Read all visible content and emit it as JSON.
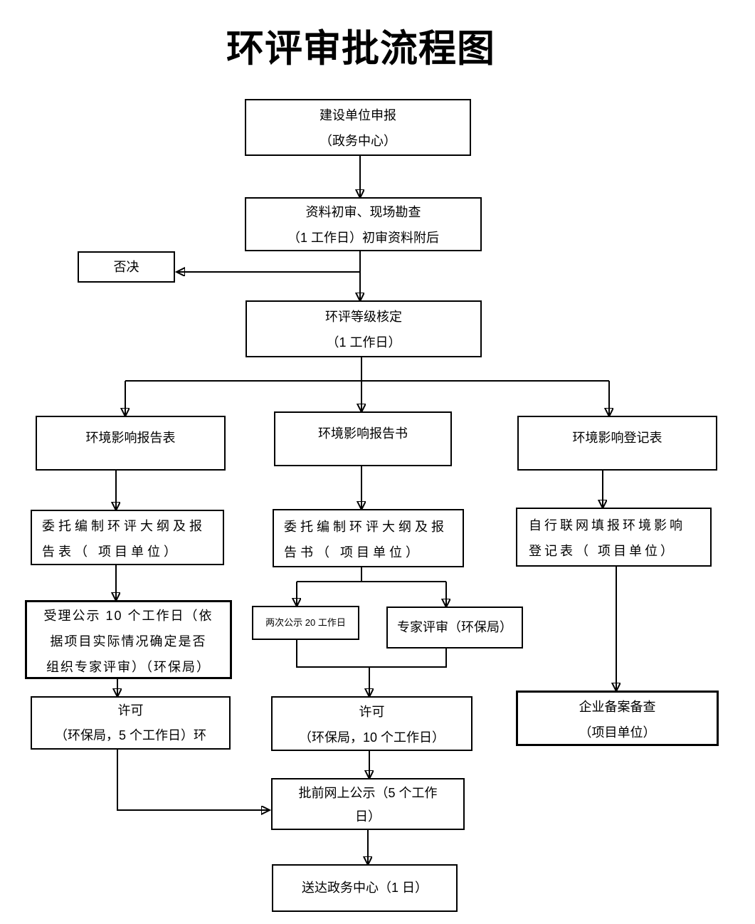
{
  "title": "环评审批流程图",
  "colors": {
    "line_color": "#000000",
    "text_color": "#000000",
    "background": "#ffffff"
  },
  "nodes": {
    "apply": [
      "建设单位申报",
      "（政务中心）"
    ],
    "initial_review": [
      "资料初审、现场勘查",
      "（1 工作日）初审资料附后"
    ],
    "reject": "否决",
    "grading": [
      "环评等级核定",
      "（1 工作日）"
    ],
    "report_table": "环境影响报告表",
    "report_book": "环境影响报告书",
    "register_table": "环境影响登记表",
    "entrust_table": [
      "委托编制环评大纲及报",
      "告表（ 项目单位）"
    ],
    "entrust_book": [
      "委托编制环评大纲及报",
      "告书（ 项目单位）"
    ],
    "online_fill": [
      "自行联网填报环境影响",
      "登记表（ 项目单位）"
    ],
    "acceptance": [
      "受理公示 10 个工作日（依",
      "据项目实际情况确定是否",
      "组织专家评审）（环保局）"
    ],
    "double_publicity": "两次公示 20 工作日",
    "expert_review": "专家评审（环保局）",
    "permit_table": [
      "许可",
      "（环保局，5 个工作日）环"
    ],
    "permit_book": [
      "许可",
      "（环保局，10 个工作日）"
    ],
    "enterprise_record": [
      "企业备案备查",
      "（项目单位）"
    ],
    "pre_publicity": [
      "批前网上公示（5 个工作",
      "日）"
    ],
    "delivery": "送达政务中心（1 日）"
  }
}
